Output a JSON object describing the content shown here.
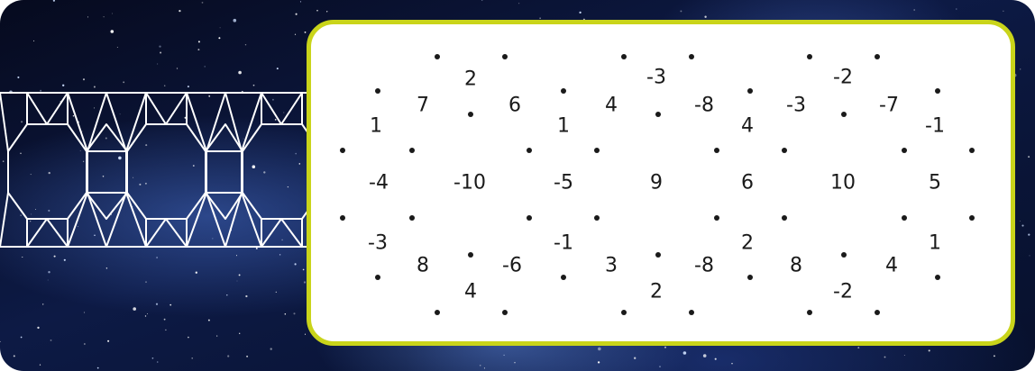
{
  "puzzle": {
    "cells": [
      {
        "value": "2"
      },
      {
        "value": "7"
      },
      {
        "value": "6"
      },
      {
        "value": "1"
      },
      {
        "value": "-3"
      },
      {
        "value": "4"
      },
      {
        "value": "-8"
      },
      {
        "value": "1"
      },
      {
        "value": "-2"
      },
      {
        "value": "-3"
      },
      {
        "value": "-7"
      },
      {
        "value": "4"
      },
      {
        "value": "-1"
      },
      {
        "value": "-4"
      },
      {
        "value": "-10"
      },
      {
        "value": "-5"
      },
      {
        "value": "9"
      },
      {
        "value": "6"
      },
      {
        "value": "10"
      },
      {
        "value": "5"
      },
      {
        "value": "-3"
      },
      {
        "value": "8"
      },
      {
        "value": "4"
      },
      {
        "value": "-6"
      },
      {
        "value": "-1"
      },
      {
        "value": "3"
      },
      {
        "value": "2"
      },
      {
        "value": "-8"
      },
      {
        "value": "2"
      },
      {
        "value": "8"
      },
      {
        "value": "-2"
      },
      {
        "value": "4"
      },
      {
        "value": "1"
      }
    ]
  },
  "colors": {
    "card_border": "#c9d41a",
    "pattern_stroke": "#ffffff",
    "background": "#0d1a45"
  }
}
